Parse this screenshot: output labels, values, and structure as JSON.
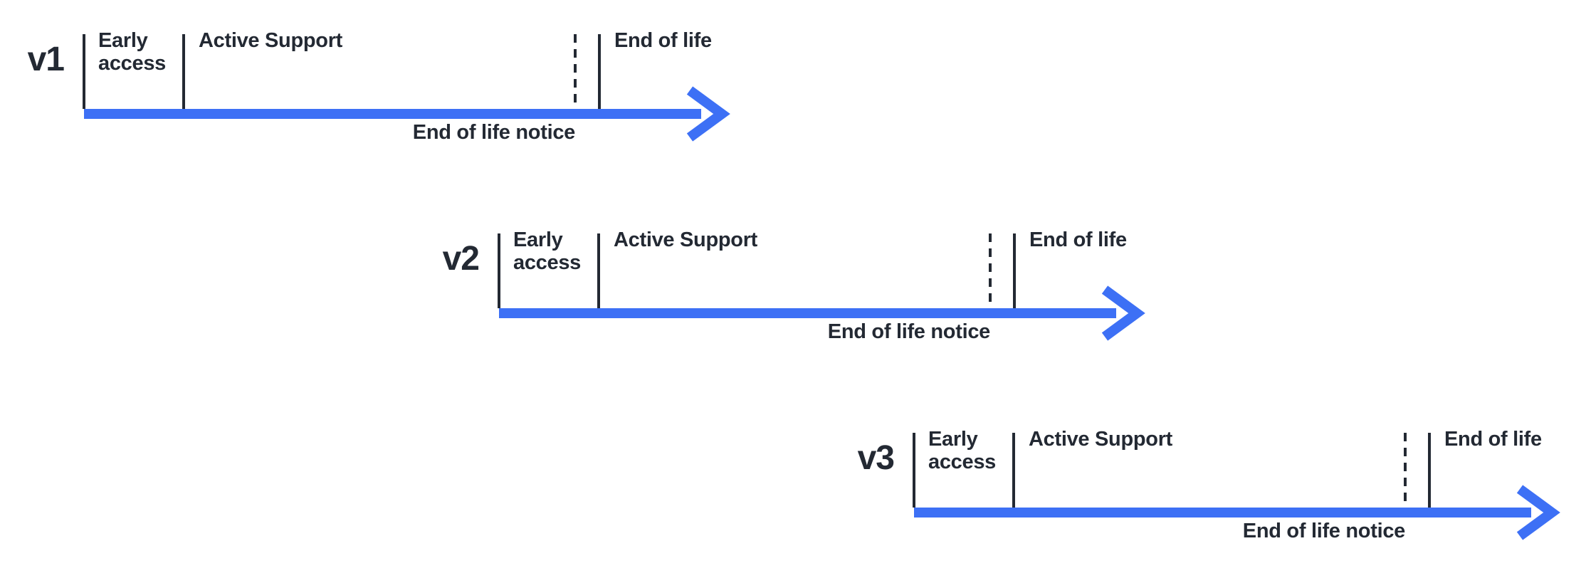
{
  "diagram": {
    "rows": [
      {
        "version": "v1",
        "early_access_label": "Early access",
        "active_support_label": "Active Support",
        "end_of_life_label": "End of life",
        "end_of_life_notice_label": "End of life notice"
      },
      {
        "version": "v2",
        "early_access_label": "Early access",
        "active_support_label": "Active Support",
        "end_of_life_label": "End of life",
        "end_of_life_notice_label": "End of life notice"
      },
      {
        "version": "v3",
        "early_access_label": "Early access",
        "active_support_label": "Active Support",
        "end_of_life_label": "End of life",
        "end_of_life_notice_label": "End of life notice"
      }
    ],
    "colors": {
      "arrow": "#3D70F5",
      "ink": "#232933",
      "background": "#FFFFFF"
    }
  }
}
